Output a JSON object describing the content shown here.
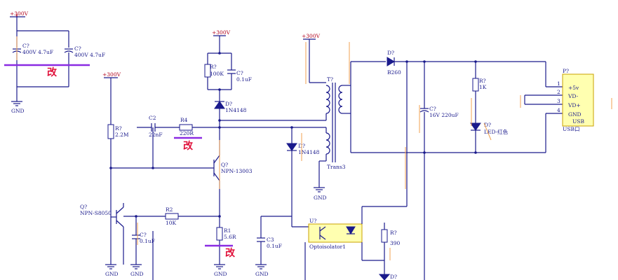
{
  "labels": {
    "vcc_300v": "+300V",
    "gnd": "GND",
    "edit_mark": "改"
  },
  "components": {
    "c7a": {
      "ref": "C?",
      "value": "400V 4.7uF"
    },
    "c7b": {
      "ref": "C?",
      "value": "400V 4.7uF"
    },
    "r_2m2": {
      "ref": "R?",
      "value": "2.2M"
    },
    "c2": {
      "ref": "C2",
      "value": "22nF"
    },
    "r4": {
      "ref": "R4",
      "value": "220R"
    },
    "q_13003": {
      "ref": "Q?",
      "value": "NPN-13003"
    },
    "q_s8050": {
      "ref": "Q?",
      "value": "NPN-S8050"
    },
    "r2": {
      "ref": "R2",
      "value": "10K"
    },
    "c_osc": {
      "ref": "C?",
      "value": "0.1uF"
    },
    "r1": {
      "ref": "R1",
      "value": "5.6R"
    },
    "r_100k": {
      "ref": "R?",
      "value": "100K"
    },
    "c_snub": {
      "ref": "C?",
      "value": "0.1uF"
    },
    "d_snub": {
      "ref": "D?",
      "value": "1N4148"
    },
    "transformer": {
      "ref": "T?",
      "value": "Trans3"
    },
    "d_aux": {
      "ref": "D?",
      "value": "1N4148"
    },
    "d_out": {
      "ref": "D?",
      "value": "B260"
    },
    "c_out": {
      "ref": "C?",
      "value": "16V 220uF"
    },
    "r_1k": {
      "ref": "R?",
      "value": "1K"
    },
    "led": {
      "ref": "D?",
      "value": "LED-红色"
    },
    "usb": {
      "ref": "P?",
      "value": "USB口",
      "mirror_label": "USB",
      "pins": [
        {
          "num": "1",
          "name": "+5v"
        },
        {
          "num": "2",
          "name": "VD-"
        },
        {
          "num": "3",
          "name": "VD+"
        },
        {
          "num": "4",
          "name": "GND"
        }
      ]
    },
    "c3": {
      "ref": "C3",
      "value": "0.1uF"
    },
    "opto": {
      "ref": "U?",
      "value": "Optoisolator1"
    },
    "r_390": {
      "ref": "R?",
      "value": "390"
    },
    "d_zener": {
      "ref": "D?"
    }
  }
}
